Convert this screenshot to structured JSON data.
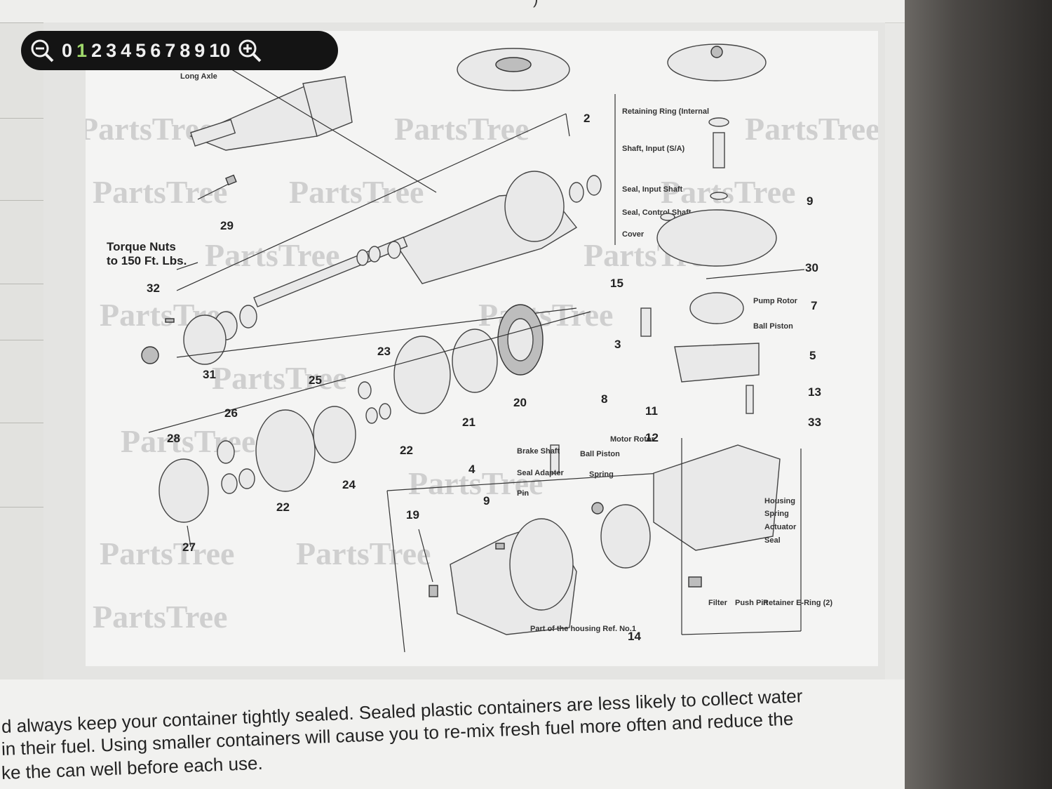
{
  "top_cut_text": ")",
  "zoom": {
    "levels": [
      "0",
      "1",
      "2",
      "3",
      "4",
      "5",
      "6",
      "7",
      "8",
      "9",
      "10"
    ],
    "active_index": 1,
    "zoom_out_icon": "zoom-out-icon",
    "zoom_in_icon": "zoom-in-icon"
  },
  "diagram": {
    "watermark": "PartsTree",
    "top_label": "Long Axle",
    "torque_note_line1": "Torque Nuts",
    "torque_note_line2": "to 150 Ft. Lbs.",
    "callouts": {
      "n2": "2",
      "n9a": "9",
      "n30": "30",
      "n15": "15",
      "n7": "7",
      "n5": "5",
      "n3": "3",
      "n13": "13",
      "n33": "33",
      "n8": "8",
      "n11": "11",
      "n12": "12",
      "n29": "29",
      "n32": "32",
      "n31": "31",
      "n25": "25",
      "n23": "23",
      "n20": "20",
      "n21": "21",
      "n26": "26",
      "n28": "28",
      "n22a": "22",
      "n22b": "22",
      "n24": "24",
      "n4": "4",
      "n9b": "9",
      "n19": "19",
      "n27": "27",
      "n14": "14"
    },
    "part_labels": {
      "retaining_ring": "Retaining Ring (Internal",
      "shaft_input": "Shaft, Input (S/A)",
      "seal_input_shaft": "Seal, Input Shaft",
      "seal_control_shaft": "Seal, Control Shaft",
      "cover": "Cover",
      "pump_rotor": "Pump Rotor",
      "ball_piston_right": "Ball Piston",
      "motor_rotor": "Motor Rotor",
      "ball_piston_left": "Ball Piston",
      "spring_left": "Spring",
      "brake_shaft": "Brake Shaft",
      "seal_adapter": "Seal Adapter",
      "pin": "Pin",
      "housing": "Housing",
      "spring_right": "Spring",
      "actuator": "Actuator",
      "seal_right": "Seal",
      "filter": "Filter",
      "push_pin": "Push Pin",
      "retainer_ering": "Retainer E-Ring (2)",
      "part_of_housing": "Part of the housing Ref. No.1"
    }
  },
  "article": {
    "line1": "d always keep your container tightly sealed. Sealed plastic containers are less likely to collect water",
    "line2": " in their fuel. Using smaller containers will cause you to re-mix fresh fuel more often and reduce the",
    "line3": "ke the can well before each use."
  }
}
